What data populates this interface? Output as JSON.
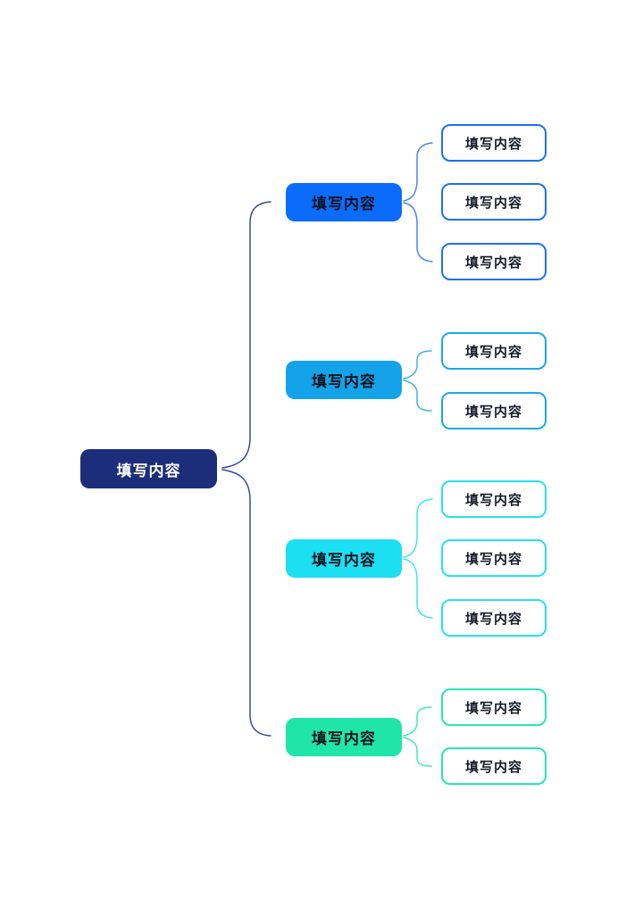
{
  "diagram": {
    "type": "mindmap",
    "background": "#ffffff"
  },
  "colors": {
    "root_fill": "#1c2e79",
    "root_text": "#ffffff",
    "branch1_fill": "#0b6cfb",
    "branch2_fill": "#14a3e8",
    "branch3_fill": "#1cdff2",
    "branch4_fill": "#1fe6a8",
    "child_border_1": "#1b72f0",
    "child_border_2": "#1ca8ea",
    "child_border_3": "#24e2f2",
    "child_border_4": "#26e8b0",
    "node_text_dark": "#141a28",
    "connector_root": "#3a4896"
  },
  "root": {
    "label": "填写内容"
  },
  "branches": [
    {
      "label": "填写内容",
      "children": [
        {
          "label": "填写内容"
        },
        {
          "label": "填写内容"
        },
        {
          "label": "填写内容"
        }
      ]
    },
    {
      "label": "填写内容",
      "children": [
        {
          "label": "填写内容"
        },
        {
          "label": "填写内容"
        }
      ]
    },
    {
      "label": "填写内容",
      "children": [
        {
          "label": "填写内容"
        },
        {
          "label": "填写内容"
        },
        {
          "label": "填写内容"
        }
      ]
    },
    {
      "label": "填写内容",
      "children": [
        {
          "label": "填写内容"
        },
        {
          "label": "填写内容"
        }
      ]
    }
  ]
}
